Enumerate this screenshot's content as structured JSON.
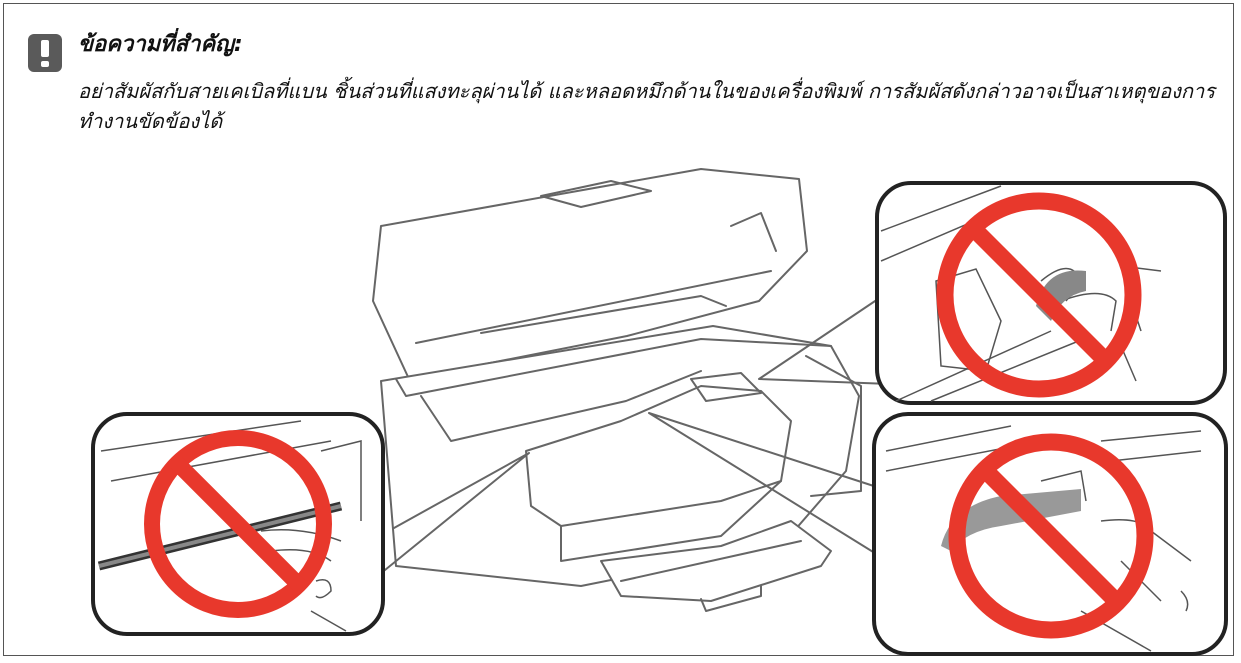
{
  "notice": {
    "icon": "exclamation-icon",
    "title": "ข้อความที่สำคัญ:",
    "body": "อย่าสัมผัสกับสายเคเบิลที่แบน ชิ้นส่วนที่แสงทะลุผ่านได้ และหลอดหมึกด้านในของเครื่องพิมพ์ การสัมผัสดังกล่าวอาจเป็นสาเหตุของการทำงานขัดข้องได้"
  },
  "illustration": {
    "subject": "printer-with-open-scanner-unit",
    "callouts": [
      "do-not-touch-flat-cable",
      "do-not-touch-translucent-part",
      "do-not-touch-ink-tube"
    ],
    "prohibition_color": "#e8382c",
    "line_color": "#666666"
  }
}
